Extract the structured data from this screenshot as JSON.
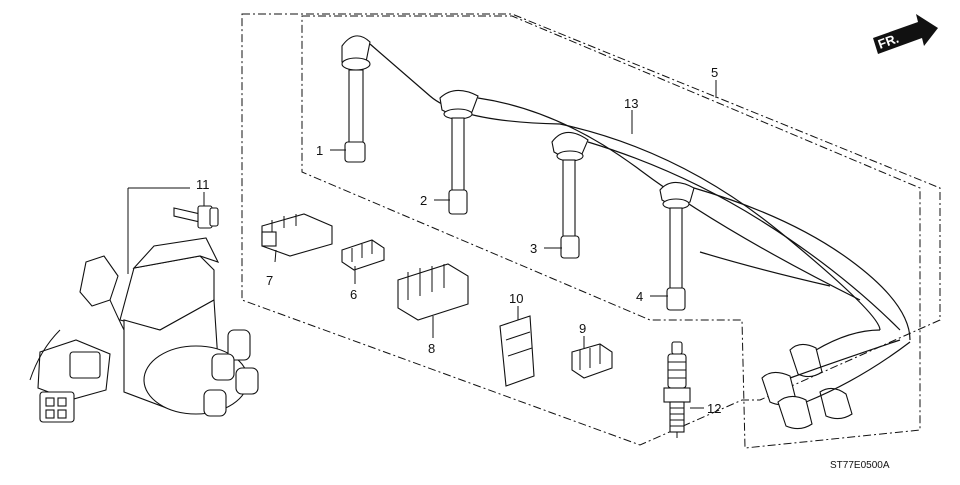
{
  "direction_arrow": {
    "label": "FR."
  },
  "callouts": {
    "c1": "1",
    "c2": "2",
    "c3": "3",
    "c4": "4",
    "c5": "5",
    "c6": "6",
    "c7": "7",
    "c8": "8",
    "c9": "9",
    "c10": "10",
    "c11": "11",
    "c12": "12",
    "c13": "13"
  },
  "reference_code": "ST77E0500A"
}
